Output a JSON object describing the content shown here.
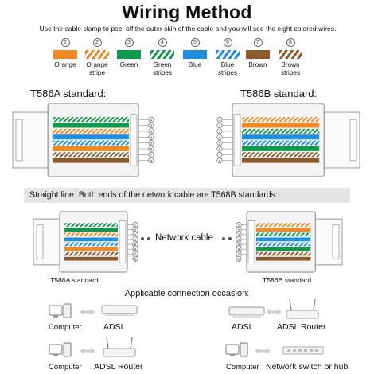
{
  "title": "Wiring Method",
  "subtitle": "Use the cable clamp to peel off the outer skin of the cable and you will see the eight colored wires.",
  "legend": [
    {
      "num": "1",
      "label": "Orange",
      "color": "#f08a24",
      "striped": false
    },
    {
      "num": "2",
      "label": "Orange stripe",
      "color": "#f08a24",
      "striped": true
    },
    {
      "num": "3",
      "label": "Green",
      "color": "#0e9a4a",
      "striped": false
    },
    {
      "num": "4",
      "label": "Green stripes",
      "color": "#0e9a4a",
      "striped": true
    },
    {
      "num": "5",
      "label": "Blue",
      "color": "#1e8fe0",
      "striped": false
    },
    {
      "num": "6",
      "label": "Blue stripes",
      "color": "#1e8fe0",
      "striped": true
    },
    {
      "num": "7",
      "label": "Brown",
      "color": "#8a5a2b",
      "striped": false
    },
    {
      "num": "8",
      "label": "Brown stripes",
      "color": "#8a5a2b",
      "striped": true
    }
  ],
  "t586a_label": "T586A standard:",
  "t586b_label": "T586B standard:",
  "pin_numbers": [
    "1",
    "2",
    "3",
    "4",
    "5",
    "6",
    "7",
    "8"
  ],
  "t568a_order": [
    {
      "color": "#0e9a4a",
      "striped": true
    },
    {
      "color": "#0e9a4a",
      "striped": false
    },
    {
      "color": "#f08a24",
      "striped": true
    },
    {
      "color": "#1e8fe0",
      "striped": false
    },
    {
      "color": "#1e8fe0",
      "striped": true
    },
    {
      "color": "#f08a24",
      "striped": false
    },
    {
      "color": "#8a5a2b",
      "striped": true
    },
    {
      "color": "#8a5a2b",
      "striped": false
    }
  ],
  "t568b_order": [
    {
      "color": "#f08a24",
      "striped": true
    },
    {
      "color": "#f08a24",
      "striped": false
    },
    {
      "color": "#0e9a4a",
      "striped": true
    },
    {
      "color": "#1e8fe0",
      "striped": false
    },
    {
      "color": "#1e8fe0",
      "striped": true
    },
    {
      "color": "#0e9a4a",
      "striped": false
    },
    {
      "color": "#8a5a2b",
      "striped": true
    },
    {
      "color": "#8a5a2b",
      "striped": false
    }
  ],
  "straight_line_note": "Straight line: Both ends of the network cable are T568B standards:",
  "network_cable_label": "Network cable",
  "left_end_label": "T586A standard",
  "right_end_label": "T586B standard",
  "occasion_title": "Applicable connection occasion:",
  "connections": [
    {
      "left": "Computer",
      "right": "ADSL"
    },
    {
      "left": "ADSL",
      "right": "ADSL Router"
    },
    {
      "left": "Computer",
      "right": "ADSL Router"
    },
    {
      "left": "Computer",
      "right": "Network switch or hub"
    }
  ],
  "colors": {
    "band": "#e4e4e4",
    "connector": "#f4f4f4",
    "outline": "#9a9a9a"
  }
}
